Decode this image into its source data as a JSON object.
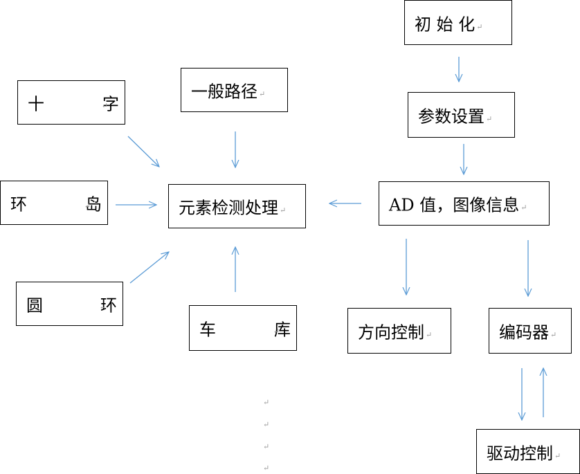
{
  "nodes": {
    "init": "初 始 化",
    "params": "参数设置",
    "ad": "AD 值，图像信息",
    "element": "元素检测处理",
    "general": "一般路径",
    "cross_a": "十",
    "cross_b": "字",
    "island_a": "环",
    "island_b": "岛",
    "round_a": "圆",
    "round_b": "环",
    "garage_a": "车",
    "garage_b": "库",
    "direction": "方向控制",
    "encoder": "编码器",
    "drive": "驱动控制"
  },
  "para_mark": "↵",
  "colors": {
    "arrow": "#5b9bd5",
    "border": "#000000"
  }
}
